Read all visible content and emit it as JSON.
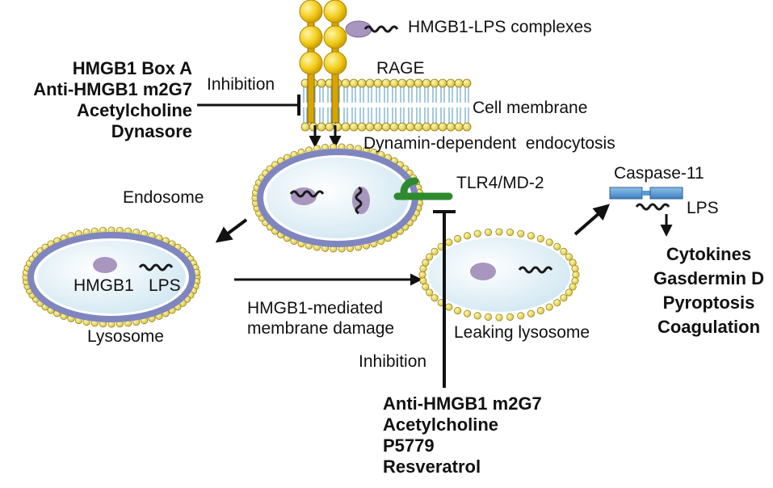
{
  "labels": {
    "hmgb1_lps_complexes": "HMGB1-LPS complexes",
    "rage": "RAGE",
    "cell_membrane": "Cell membrane",
    "inhibition_top": "Inhibition",
    "endocytosis": "Dynamin-dependent  endocytosis",
    "endosome": "Endosome",
    "tlr4": "TLR4/MD-2",
    "caspase11": "Caspase-11",
    "lps_right": "LPS",
    "hmgb1_in_lysosome": "HMGB1",
    "lps_in_lysosome": "LPS",
    "lysosome": "Lysosome",
    "damage_line1": "HMGB1-mediated",
    "damage_line2": "membrane damage",
    "leaking_lysosome": "Leaking lysosome",
    "inhibition_bottom": "Inhibition"
  },
  "inhibitors_top": [
    "HMGB1 Box A",
    "Anti-HMGB1 m2G7",
    "Acetylcholine",
    "Dynasore"
  ],
  "inhibitors_bottom": [
    "Anti-HMGB1 m2G7",
    "Acetylcholine",
    "P5779",
    "Resveratrol"
  ],
  "outcomes": [
    "Cytokines",
    "Gasdermin D",
    "Pyroptosis",
    "Coagulation"
  ],
  "colors": {
    "lipid_head": "#e6d25a",
    "lipid_outline": "#8a7a10",
    "rage_yellow": "#f2cc1a",
    "vesicle_fill": "#dceef6",
    "vesicle_ring": "#7f86bf",
    "hmgb1_purple": "#a896bf",
    "tlr4_green": "#2f8a2f",
    "caspase_blue": "#5a9bd5",
    "membrane_tail": "#6aa6c8"
  }
}
